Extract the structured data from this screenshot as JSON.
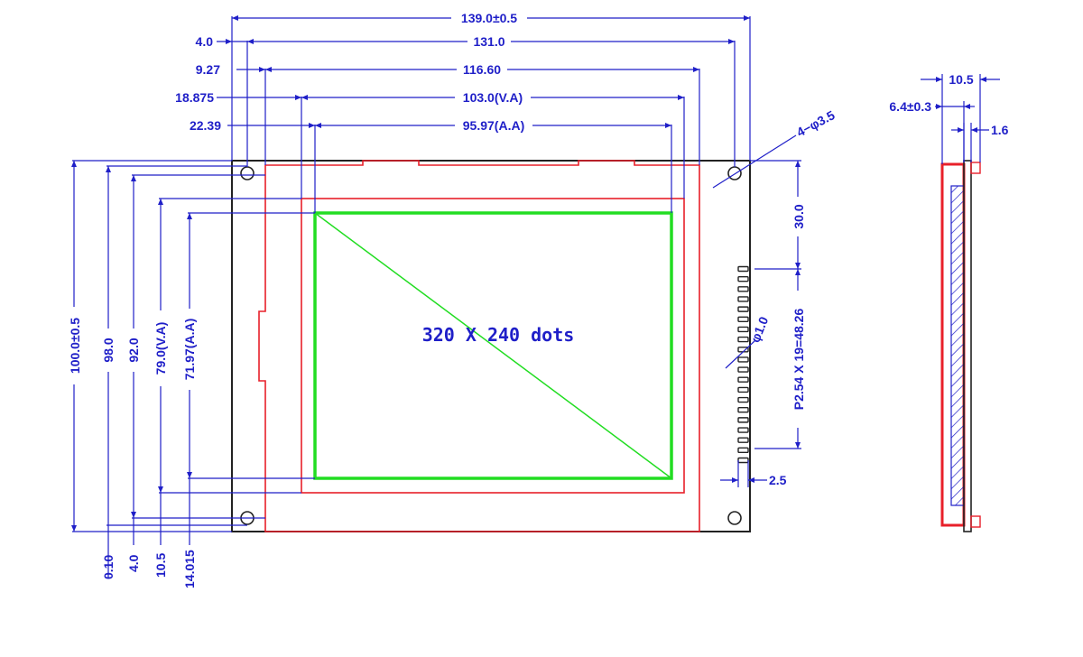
{
  "colors": {
    "dimension": "#1f1fc8",
    "outline": "#222222",
    "bezel": "#e8202a",
    "active_area": "#22dd22"
  },
  "top_dims": {
    "overall": "139.0±0.5",
    "hole_pitch_offset": "4.0",
    "hole_pitch": "131.0",
    "bezel_offset": "9.27",
    "bezel": "116.60",
    "va_offset": "18.875",
    "va": "103.0(V.A)",
    "aa_offset": "22.39",
    "aa": "95.97(A.A)",
    "hole_note": "4−φ3.5"
  },
  "left_dims": {
    "overall": "100.0±0.5",
    "hole_pitch": "98.0",
    "bezel": "92.0",
    "va": "79.0(V.A)",
    "aa": "71.97(A.A)"
  },
  "bottom_dims": {
    "d1": "0.10",
    "d2": "4.0",
    "d3": "10.5",
    "d4": "14.015"
  },
  "right_dims": {
    "connector_top": "30.0",
    "pin_spec": "P2.54 X 19=48.26",
    "pin_hole": "φ1.0",
    "pin_edge": "2.5"
  },
  "side_dims": {
    "overall": "10.5",
    "module": "6.4±0.3",
    "pcb": "1.6"
  },
  "center_label": "320 X 240 dots"
}
